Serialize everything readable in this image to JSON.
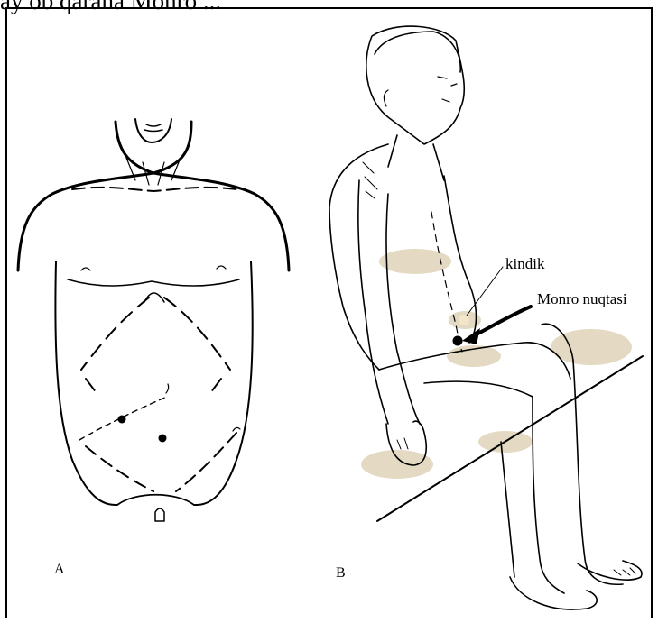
{
  "top_text": "ay ob qarana Monro ...",
  "labels": {
    "panel_a": "A",
    "panel_b": "B",
    "navel": "kindik",
    "monro_point": "Monro nuqtasi"
  }
}
